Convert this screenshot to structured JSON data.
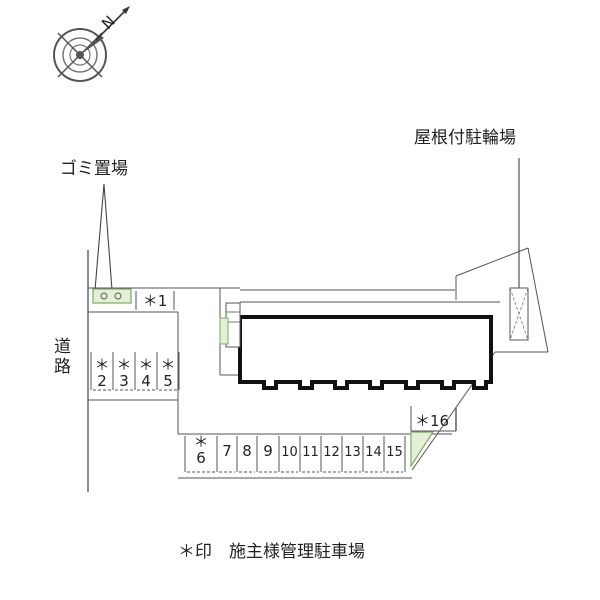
{
  "compass": {
    "north_label": "N"
  },
  "labels": {
    "garbage": "ゴミ置場",
    "bicycle_parking": "屋根付駐輪場",
    "road": "道路",
    "legend": "＊印　施主様管理駐車場"
  },
  "parking": {
    "top_left": [
      {
        "num": "1",
        "star": true
      }
    ],
    "left_group": [
      {
        "num": "2",
        "star": true
      },
      {
        "num": "3",
        "star": true
      },
      {
        "num": "4",
        "star": true
      },
      {
        "num": "5",
        "star": true
      }
    ],
    "bottom_group": [
      {
        "num": "6",
        "star": true
      },
      {
        "num": "7",
        "star": false
      },
      {
        "num": "8",
        "star": false
      },
      {
        "num": "9",
        "star": false
      },
      {
        "num": "10",
        "star": false
      },
      {
        "num": "11",
        "star": false
      },
      {
        "num": "12",
        "star": false
      },
      {
        "num": "13",
        "star": false
      },
      {
        "num": "14",
        "star": false
      },
      {
        "num": "15",
        "star": false
      }
    ],
    "right_single": {
      "num": "16",
      "star": true
    }
  },
  "colors": {
    "ink": "#222222",
    "green": "#7fa86a",
    "green_fill": "#e3f0d6"
  }
}
